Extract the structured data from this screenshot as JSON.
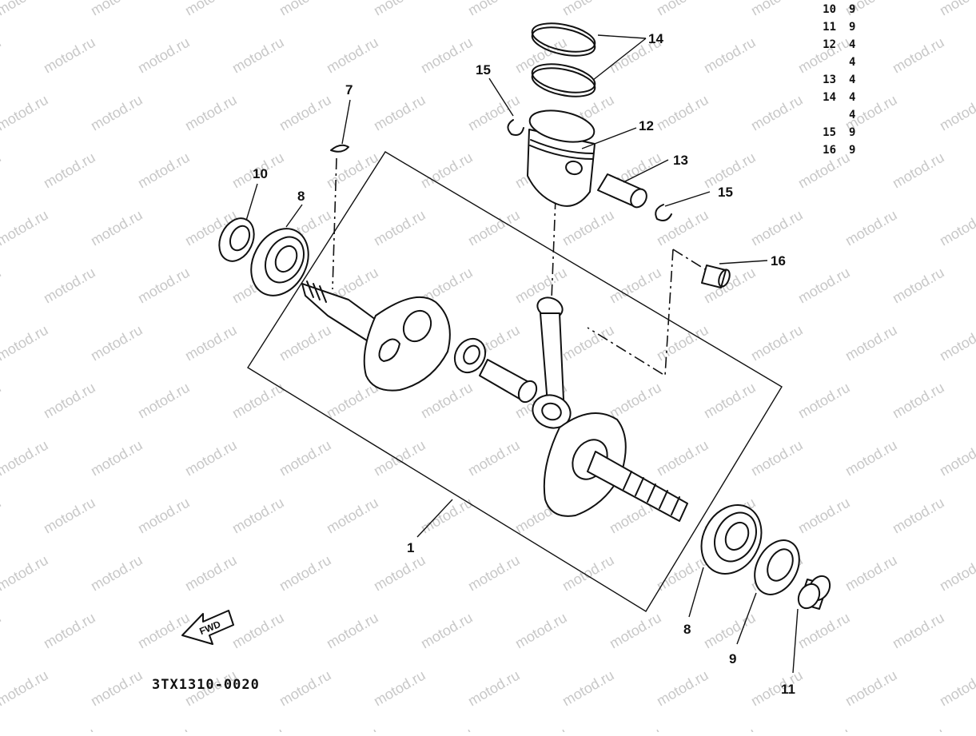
{
  "watermark": "motod.ru",
  "drawing_code": "3TX1310-0020",
  "direction_arrow_label": "FWD",
  "callouts": {
    "c1": "1",
    "c7": "7",
    "c8_left": "8",
    "c8_right": "8",
    "c9": "9",
    "c10": "10",
    "c11": "11",
    "c12": "12",
    "c13": "13",
    "c14": "14",
    "c15_left": "15",
    "c15_right": "15",
    "c16": "16"
  },
  "parts_column": {
    "rows": [
      {
        "no": "10",
        "code": "9"
      },
      {
        "no": "11",
        "code": "9"
      },
      {
        "no": "12",
        "code": "4"
      },
      {
        "no": "",
        "code": "4"
      },
      {
        "no": "13",
        "code": "4"
      },
      {
        "no": "14",
        "code": "4"
      },
      {
        "no": "",
        "code": "4"
      },
      {
        "no": "15",
        "code": "9"
      },
      {
        "no": "16",
        "code": "9"
      }
    ]
  }
}
